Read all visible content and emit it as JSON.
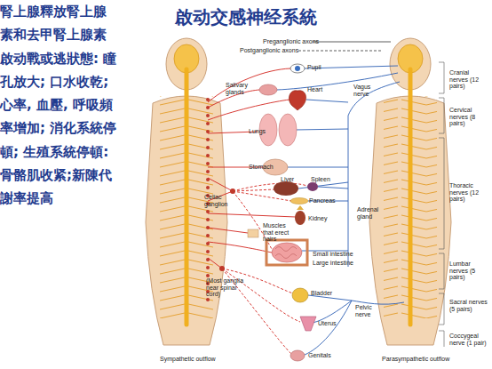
{
  "diagram": {
    "title": "啟动交感神经系統",
    "labels": [
      "腎上腺釋放腎上腺素和去甲腎上腺素",
      "啟动戰或逃狀態: 瞳孔放大; 口水收乾; 心率, 血壓, 呼吸頻率增加; 消化系統停頓; 生殖系統停頓:骨骼肌收紧;新陳代謝率提高",
      "Pupil",
      "Salivary glands",
      "Heart",
      "Vagus nerve",
      "Lungs",
      "Stomach",
      "Celiac ganglion",
      "Liver",
      "Spleen",
      "Pancreas",
      "Kidney",
      "Adrenal gland",
      "Muscles that erect hairs",
      "Small intestine",
      "Large intestine",
      "(Most ganglia near spinal cord)",
      "Bladder",
      "Pelvic nerve",
      "Uterus",
      "Genitals",
      "Sympathetic outflow",
      "Parasympathetic outflow",
      "Cranial nerves (12 pairs)",
      "Cervical nerves (8 pairs)",
      "Thoracic nerves (12 pairs)",
      "Lumbar nerves (5 pairs)",
      "Sacral nerves (5 pairs)",
      "Coccygeal nerve (1 pair)"
    ],
    "legend": [
      {
        "text": "Preganglionic axons"
      },
      {
        "text": "Postganglionic axons"
      }
    ]
  }
}
